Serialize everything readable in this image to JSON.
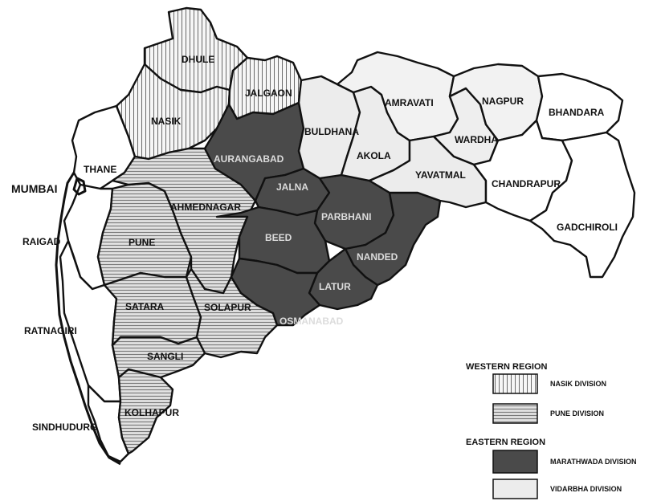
{
  "colors": {
    "nasik": "#f4f4f4",
    "pune": "#cfcfcf",
    "marathwada": "#4a4a4a",
    "vidarbha": "#ececec",
    "konkan": "#ffffff",
    "outline": "#111111"
  },
  "labels": {
    "dhule": "DHULE",
    "nasik": "NASIK",
    "jalgaon": "JALGAON",
    "buldhana": "BULDHANA",
    "akola": "AKOLA",
    "amravati": "AMRAVATI",
    "nagpur": "NAGPUR",
    "bhandara": "BHANDARA",
    "wardha": "WARDHA",
    "yavatmal": "YAVATMAL",
    "chandrapur": "CHANDRAPUR",
    "gadchiroli": "GADCHIROLI",
    "aurangabad": "AURANGABAD",
    "jalna": "JALNA",
    "parbhani": "PARBHANI",
    "beed": "BEED",
    "nanded": "NANDED",
    "latur": "LATUR",
    "osmanabad": "OSMANABAD",
    "thane": "THANE",
    "mumbai": "MUMBAI",
    "raigad": "RAIGAD",
    "pune": "PUNE",
    "ahmednagar": "AHMEDNAGAR",
    "satara": "SATARA",
    "solapur": "SOLAPUR",
    "ratnagiri": "RATNAGIRI",
    "sangli": "SANGLI",
    "kolhapur": "KOLHAPUR",
    "sindhudurg": "SINDHUDURG"
  },
  "legend": {
    "western_region": "WESTERN REGION",
    "nasik_division": "NASIK DIVISION",
    "pune_division": "PUNE DIVISION",
    "eastern_region": "EASTERN REGION",
    "marathwada_division": "MARATHWADA DIVISION",
    "vidarbha_division": "VIDARBHA DIVISION"
  }
}
